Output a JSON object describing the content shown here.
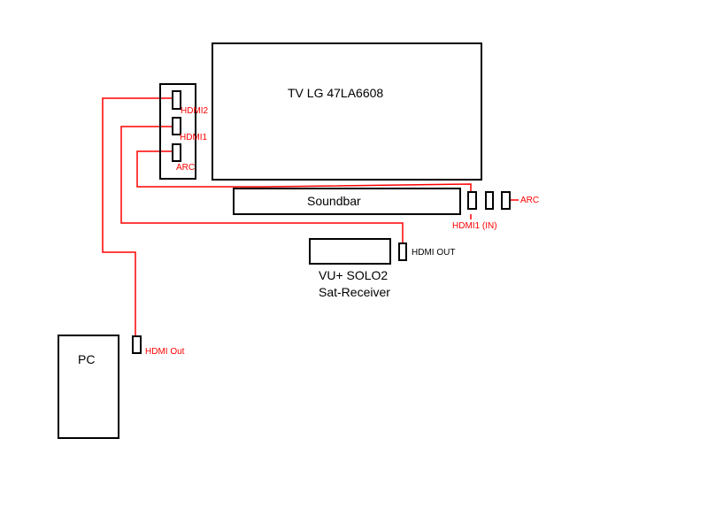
{
  "colors": {
    "wire": "#ff0000",
    "outline": "#000000"
  },
  "devices": {
    "tv": {
      "label": "TV LG 47LA6608",
      "ports": {
        "hdmi2": "HDMI2",
        "hdmi1": "HDMI1",
        "arc": "ARC"
      }
    },
    "soundbar": {
      "label": "Soundbar",
      "ports": {
        "hdmi1_in": "HDMI1 (IN)",
        "arc": "ARC"
      }
    },
    "receiver": {
      "label_line1": "VU+ SOLO2",
      "label_line2": "Sat-Receiver",
      "port": "HDMI OUT"
    },
    "pc": {
      "label": "PC",
      "port": "HDMI Out"
    }
  }
}
